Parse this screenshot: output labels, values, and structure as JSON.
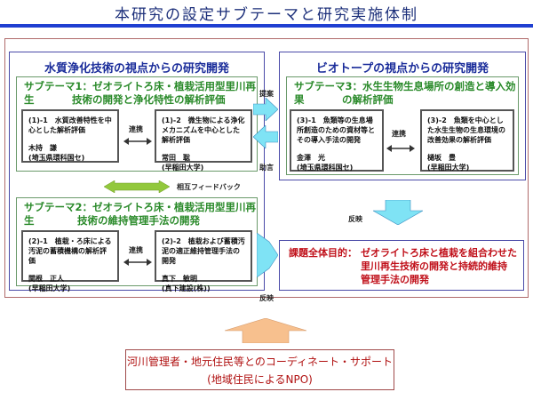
{
  "title": "本研究の設定サブテーマと研究実施体制",
  "left_panel": {
    "title": "水質浄化技術の視点からの研究開発",
    "subtheme1": {
      "title_line1": "サブテーマ1：ゼオライトろ床・植栽活用型里川再生",
      "title_line2": "技術の開発と浄化特性の解析評価",
      "item1": {
        "text": "(1)-1　水質改善特性を中心とした解析評価",
        "person": "木持　謙",
        "org": "(埼玉県環科国セ)"
      },
      "item2": {
        "text": "(1)-2　微生物による浄化メカニズムを中心とした解析評価",
        "person": "常田　聡",
        "org": "(早稲田大学)"
      },
      "link_label": "連携"
    },
    "feedback_label": "相互フィードバック",
    "subtheme2": {
      "title_line1": "サブテーマ2：ゼオライトろ床・植栽活用型里川再生",
      "title_line2": "技術の維持管理手法の開発",
      "item1": {
        "text": "(2)-1　植栽・ろ床による汚泥の蓄積機構の解析評価",
        "person": "関根　正人",
        "org": "(早稲田大学)"
      },
      "item2": {
        "text": "(2)-2　植栽および蓄積汚泥の適正維持管理手法の開発",
        "person": "真下　敏明",
        "org": "(真下建設(株))"
      },
      "link_label": "連携"
    }
  },
  "right_panel": {
    "title": "ビオトープの視点からの研究開発",
    "subtheme3": {
      "title_line1": "サブテーマ3：水生生物生息場所の創造と導入効果",
      "title_line2": "の解析評価",
      "item1": {
        "text": "(3)-1　魚類等の生息場所創造のための資材等とその導入手法の開発",
        "person": "金澤　光",
        "org": "(埼玉県環科国セ)"
      },
      "item2": {
        "text": "(3)-2　魚類を中心とした水生生物の生息環境の改善効果の解析評価",
        "person": "樋坂　豊",
        "org": "(早稲田大学)"
      },
      "link_label": "連携"
    }
  },
  "arrows": {
    "proposal": "提案",
    "advice": "助言",
    "reflect_right": "反映",
    "reflect_left": "反映"
  },
  "goal": {
    "label": "課題全体目的：",
    "line1": "ゼオライトろ床と植栽を組合わせた",
    "line2": "里川再生技術の開発と持続的維持",
    "line3": "管理手法の開発"
  },
  "support": {
    "line1": "河川管理者・地元住民等とのコーディネート・サポート",
    "line2": "(地域住民によるNPO)"
  },
  "colors": {
    "title_rule": "#1f3fd1",
    "panel_title": "#1a2c9a",
    "subtheme_title": "#2a8a2a",
    "goal_text": "#c0101a",
    "cyan_arrow": "#7fe3f5",
    "green_arrow": "#92c83c",
    "orange_arrow": "#f7c08e"
  }
}
